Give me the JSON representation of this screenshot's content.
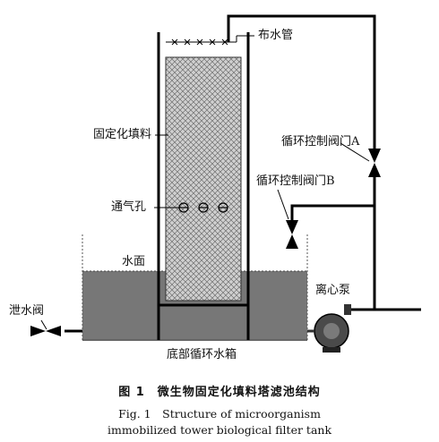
{
  "labels": {
    "distributor": "布水管",
    "packing": "固定化填料",
    "valve_a": "循环控制阀门A",
    "valve_b": "循环控制阀门B",
    "vent": "通气孔",
    "water_surface": "水面",
    "pump": "离心泵",
    "drain_valve": "泄水阀",
    "bottom_tank": "底部循环水箱"
  },
  "caption": {
    "cn": "图 1　微生物固定化填料塔滤池结构",
    "en_line1": "Fig. 1　Structure of microorganism",
    "en_line2": "immobilized tower biological filter tank"
  },
  "colors": {
    "water": "#777777",
    "packing": "#c8c8c8",
    "line": "#000000"
  }
}
